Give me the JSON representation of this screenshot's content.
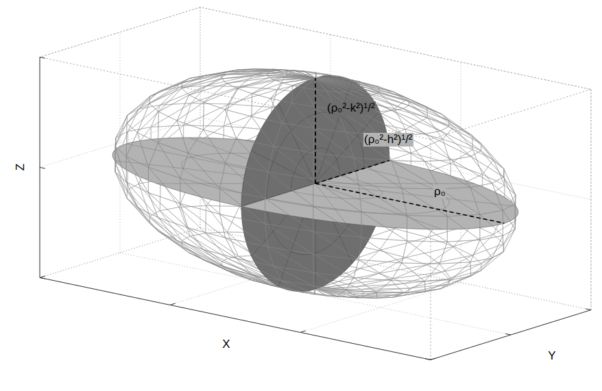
{
  "diagram": {
    "labels": [
      "(ρ₀²-k²)¹/²",
      "(ρ₀²-h²)¹/²",
      "Z",
      "ρ₀",
      "X",
      "Y"
    ]
  }
}
